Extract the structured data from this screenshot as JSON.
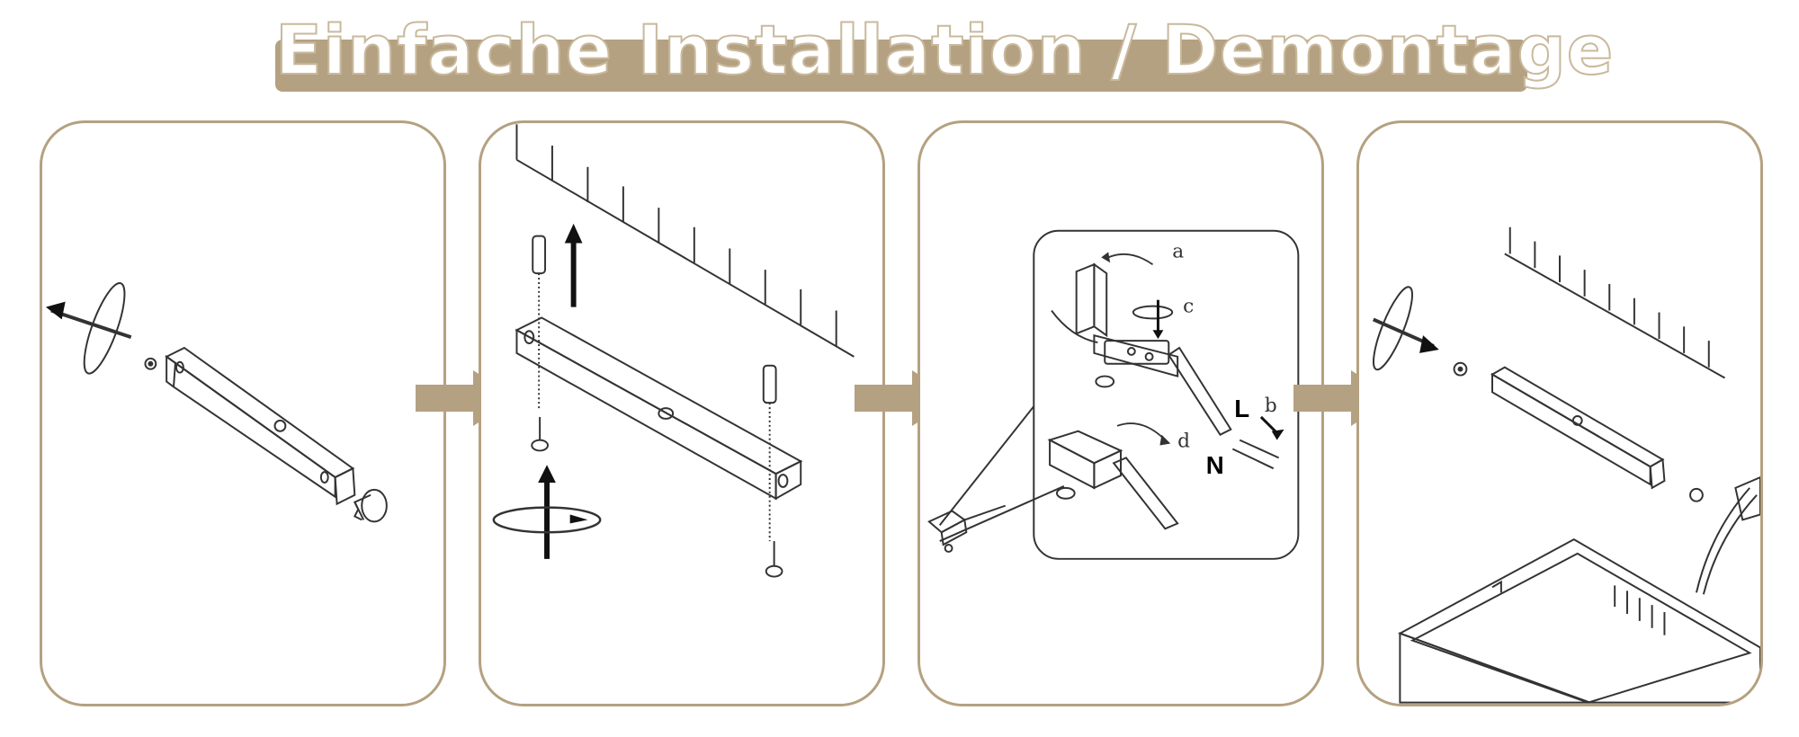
{
  "title": "Einfache Installation / Demontage",
  "colors": {
    "accent": "#b4a181",
    "line": "#333333"
  },
  "steps": [
    {
      "name": "step-1-mount-bracket-screws"
    },
    {
      "name": "step-2-drill-and-anchor"
    },
    {
      "name": "step-3-wire-connection",
      "labels": {
        "a": "a",
        "b": "b",
        "c": "c",
        "d": "d",
        "live": "L",
        "neutral": "N"
      }
    },
    {
      "name": "step-4-attach-fixture"
    }
  ]
}
